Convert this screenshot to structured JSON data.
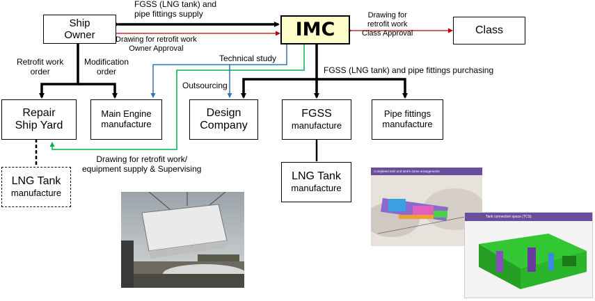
{
  "boxes": {
    "ship_owner": [
      "Ship",
      "Owner"
    ],
    "imc": "IMC",
    "class": "Class",
    "repair_yard": [
      "Repair",
      "Ship Yard"
    ],
    "main_engine": [
      "Main Engine",
      "manufacture"
    ],
    "design_company": [
      "Design",
      "Company"
    ],
    "fgss": [
      "FGSS",
      "manufacture"
    ],
    "pipe_fittings": [
      "Pipe fittings",
      "manufacture"
    ],
    "lng_tank_dashed": [
      "LNG Tank",
      "manufacture"
    ],
    "lng_tank": [
      "LNG Tank",
      "manufacture"
    ]
  },
  "labels": {
    "fgss_supply": [
      "FGSS (LNG tank) and",
      "pipe fittings supply"
    ],
    "owner_approval": [
      "Drawing for retrofit work",
      "Owner Approval"
    ],
    "class_approval": [
      "Drawing for",
      "retrofit work",
      "Class Approval"
    ],
    "retrofit_order": [
      "Retrofit work",
      "order"
    ],
    "modification_order": [
      "Modification",
      "order"
    ],
    "technical_study": "Technical study",
    "outsourcing": "Outsourcing",
    "fgss_purchasing": "FGSS (LNG tank) and pipe fittings purchasing",
    "drawing_supervising": [
      "Drawing for retrofit work/",
      "equipment supply & Supervising"
    ]
  },
  "images": {
    "render1_caption": "Completed tank and tank's dome arrangements",
    "render2_caption": "Tank connection space (TCS)"
  },
  "colors": {
    "red_arrow": "#c00000",
    "blue_arrow": "#2e75b6",
    "green_arrow": "#00b050",
    "imc_fill": "#ffffcc"
  }
}
